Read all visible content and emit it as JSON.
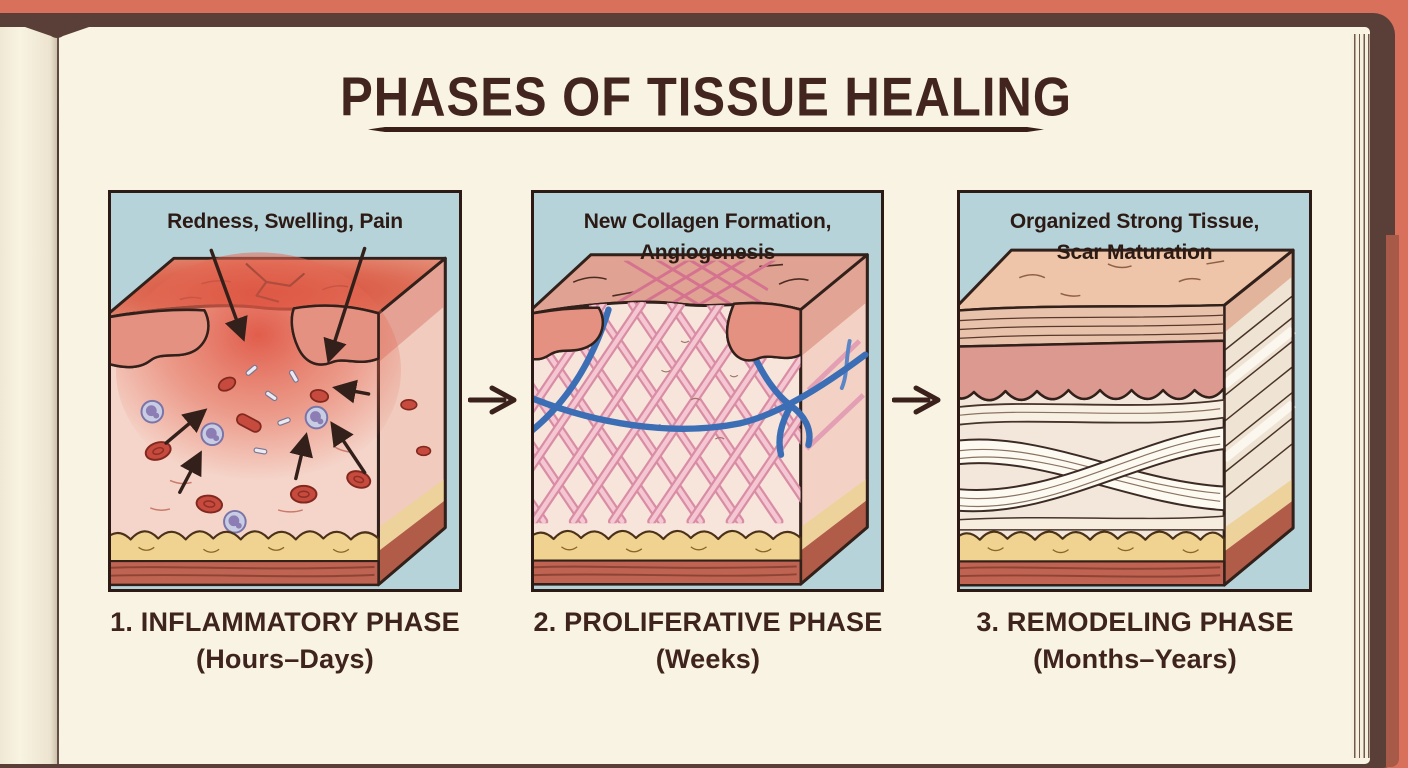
{
  "page": {
    "title": "PHASES OF TISSUE HEALING"
  },
  "panels": [
    {
      "annotation_line1": "Redness, Swelling, Pain",
      "annotation_line2": "",
      "caption": "1. INFLAMMATORY PHASE",
      "duration": "(Hours–Days)"
    },
    {
      "annotation_line1": "New Collagen Formation,",
      "annotation_line2": "Angiogenesis",
      "caption": "2. PROLIFERATIVE PHASE",
      "duration": "(Weeks)"
    },
    {
      "annotation_line1": "Organized Strong Tissue,",
      "annotation_line2": "Scar Maturation",
      "caption": "3. REMODELING PHASE",
      "duration": "(Months–Years)"
    }
  ],
  "colors": {
    "background": "#d9705c",
    "book_cover": "#5a3f38",
    "paper": "#f8f3e2",
    "panel_background": "#b7d3da",
    "ink": "#3a211b",
    "title_text": "#41251e"
  }
}
